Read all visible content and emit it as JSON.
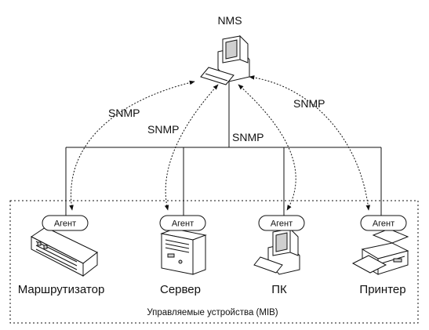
{
  "manager": {
    "label": "NMS"
  },
  "protocol_labels": [
    "SNMP",
    "SNMP",
    "SNMP",
    "SNMP"
  ],
  "devices": [
    {
      "name": "Маршрутизатор",
      "agent": "Агент",
      "icon": "router-icon"
    },
    {
      "name": "Сервер",
      "agent": "Агент",
      "icon": "server-icon"
    },
    {
      "name": "ПК",
      "agent": "Агент",
      "icon": "pc-icon"
    },
    {
      "name": "Принтер",
      "agent": "Агент",
      "icon": "printer-icon"
    }
  ],
  "group_caption": "Управляемые устройства (MIB)"
}
